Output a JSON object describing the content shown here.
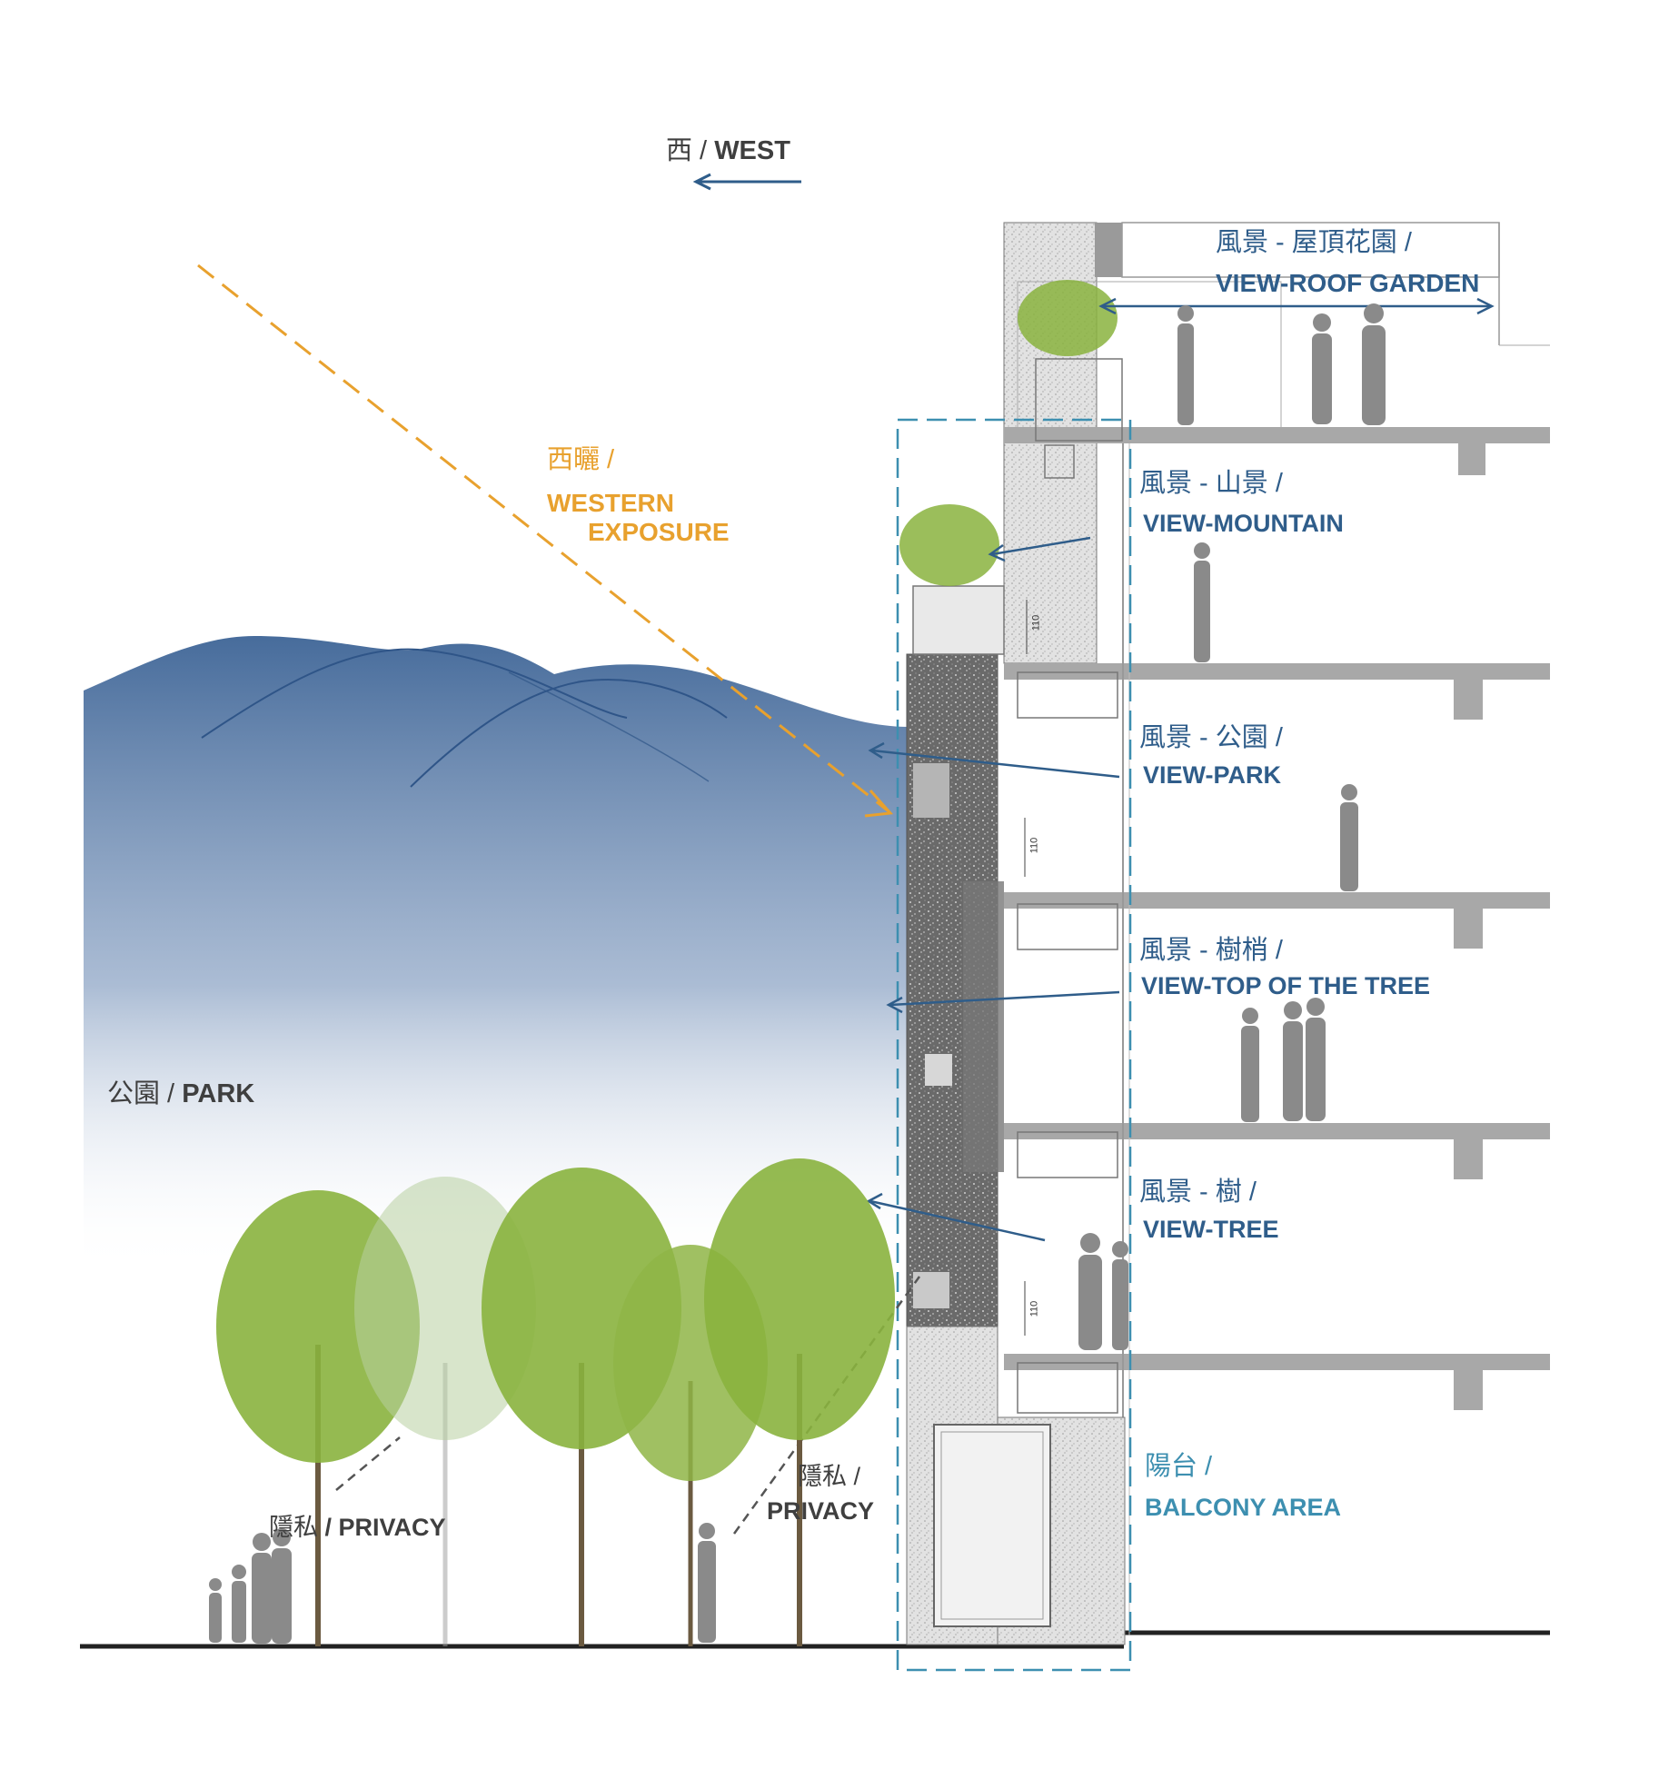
{
  "compass": {
    "cn": "西 /",
    "en": "WEST"
  },
  "western_exposure": {
    "cn": "西曬 /",
    "en_line1": "WESTERN",
    "en_line2": "EXPOSURE"
  },
  "park": {
    "cn": "公園 /",
    "en": "PARK"
  },
  "privacy_left": {
    "cn": "隱私",
    "en": "/ PRIVACY"
  },
  "privacy_right": {
    "cn": "隱私 /",
    "en": "PRIVACY"
  },
  "views": [
    {
      "cn": "風景 - 屋頂花園 /",
      "en": "VIEW-ROOF GARDEN"
    },
    {
      "cn": "風景 - 山景 /",
      "en": "VIEW-MOUNTAIN"
    },
    {
      "cn": "風景 - 公園 /",
      "en": "VIEW-PARK"
    },
    {
      "cn": "風景 - 樹梢 /",
      "en": "VIEW-TOP OF THE TREE"
    },
    {
      "cn": "風景 - 樹 /",
      "en": "VIEW-TREE"
    }
  ],
  "balcony": {
    "cn": "陽台 /",
    "en": "BALCONY AREA"
  },
  "dimensions": [
    "110",
    "110",
    "110"
  ],
  "colors": {
    "text_dark": "#3f3f3f",
    "view_blue": "#2f5d8a",
    "balcony_blue": "#3d8fb0",
    "exposure_orange": "#e8a12e",
    "mountain_blue": "#3d6496",
    "slab_grey": "#a8a8a8",
    "figure_grey": "#8a8a8a",
    "tree_green": "#8ab33e"
  }
}
